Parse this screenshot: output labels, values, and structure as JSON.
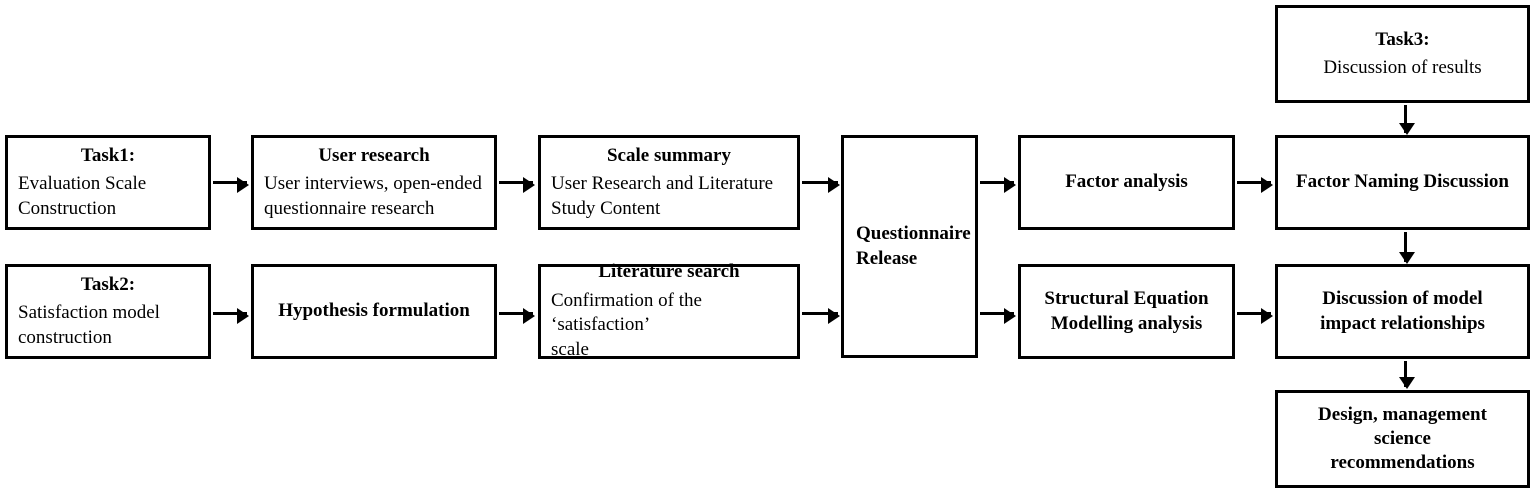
{
  "diagram": {
    "title": "Research methodology flowchart",
    "colors": {
      "stroke": "#000000",
      "background": "#ffffff"
    },
    "nodes": [
      {
        "id": "task1",
        "title": "Task1:",
        "subtitle": "Evaluation Scale\nConstruction"
      },
      {
        "id": "user-research",
        "title": "User research",
        "subtitle": "User interviews, open-ended\nquestionnaire research"
      },
      {
        "id": "scale-summary",
        "title": "Scale summary",
        "subtitle": "User Research and Literature\nStudy Content"
      },
      {
        "id": "questionnaire-release",
        "title": "Questionnaire\nRelease",
        "subtitle": ""
      },
      {
        "id": "factor-analysis",
        "title": "Factor analysis",
        "subtitle": ""
      },
      {
        "id": "task3",
        "title": "Task3:",
        "subtitle": "Discussion of results"
      },
      {
        "id": "factor-naming-discussion",
        "title": "Factor Naming Discussion",
        "subtitle": ""
      },
      {
        "id": "task2",
        "title": "Task2:",
        "subtitle": "Satisfaction model\nconstruction"
      },
      {
        "id": "hypothesis-formulation",
        "title": "Hypothesis formulation",
        "subtitle": ""
      },
      {
        "id": "literature-search",
        "title": "Literature search",
        "subtitle": "Confirmation of the ‘satisfaction’\nscale"
      },
      {
        "id": "structural-equation-modelling",
        "title": "Structural Equation\nModelling analysis",
        "subtitle": ""
      },
      {
        "id": "discussion-of-model-impact",
        "title": "Discussion of model\nimpact relationships",
        "subtitle": ""
      },
      {
        "id": "design-recommendations",
        "title": "Design, management science\nrecommendations",
        "subtitle": ""
      }
    ],
    "edges": [
      {
        "from": "task1",
        "to": "user-research",
        "direction": "right"
      },
      {
        "from": "user-research",
        "to": "scale-summary",
        "direction": "right"
      },
      {
        "from": "scale-summary",
        "to": "questionnaire-release",
        "direction": "right"
      },
      {
        "from": "questionnaire-release",
        "to": "factor-analysis",
        "direction": "right"
      },
      {
        "from": "factor-analysis",
        "to": "factor-naming-discussion",
        "direction": "right"
      },
      {
        "from": "task3",
        "to": "factor-naming-discussion",
        "direction": "down"
      },
      {
        "from": "factor-naming-discussion",
        "to": "discussion-of-model-impact",
        "direction": "down"
      },
      {
        "from": "task2",
        "to": "hypothesis-formulation",
        "direction": "right"
      },
      {
        "from": "hypothesis-formulation",
        "to": "literature-search",
        "direction": "right"
      },
      {
        "from": "literature-search",
        "to": "questionnaire-release",
        "direction": "right"
      },
      {
        "from": "questionnaire-release",
        "to": "structural-equation-modelling",
        "direction": "right"
      },
      {
        "from": "structural-equation-modelling",
        "to": "discussion-of-model-impact",
        "direction": "right"
      },
      {
        "from": "discussion-of-model-impact",
        "to": "design-recommendations",
        "direction": "down"
      }
    ]
  }
}
